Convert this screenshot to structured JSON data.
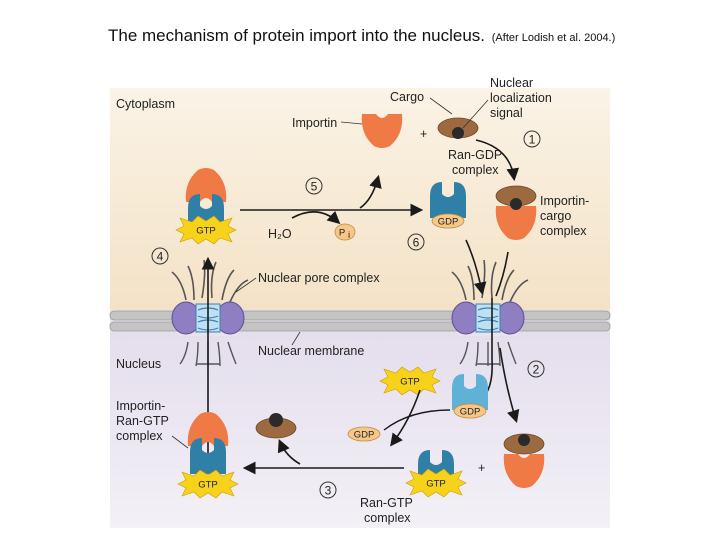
{
  "title": "The mechanism of protein import into the nucleus.",
  "citation": "(After Lodish et al. 2004.)",
  "labels": {
    "cytoplasm": "Cytoplasm",
    "nucleus": "Nucleus",
    "importin": "Importin",
    "cargo": "Cargo",
    "nls": [
      "Nuclear",
      "localization",
      "signal"
    ],
    "ran_gdp_complex": [
      "Ran-GDP",
      "complex"
    ],
    "importin_cargo_complex": [
      "Importin-",
      "cargo",
      "complex"
    ],
    "nuclear_pore_complex": "Nuclear pore complex",
    "nuclear_membrane": "Nuclear membrane",
    "importin_ran_gtp_complex": [
      "Importin-",
      "Ran-GTP",
      "complex"
    ],
    "ran_gtp_complex": [
      "Ran-GTP",
      "complex"
    ],
    "water": "H₂O",
    "phosphate": "P",
    "phosphate_sub": "i",
    "plus": "+"
  },
  "tags": {
    "gtp": "GTP",
    "gdp": "GDP"
  },
  "steps": [
    "1",
    "2",
    "3",
    "4",
    "5",
    "6"
  ],
  "colors": {
    "importin": "#ef7a45",
    "ran": "#2f7fa6",
    "ran_light": "#5fb2d6",
    "cargo": "#9c6a40",
    "nls": "#222222",
    "gtp_star": "#f7d21a",
    "gdp_oval": "#f5c88a",
    "cytoplasm_bg": "#f8ecd8",
    "nucleus_bg": "#e6e1ee",
    "membrane": "#b9b9b9",
    "pore": "#8e7dc0"
  }
}
